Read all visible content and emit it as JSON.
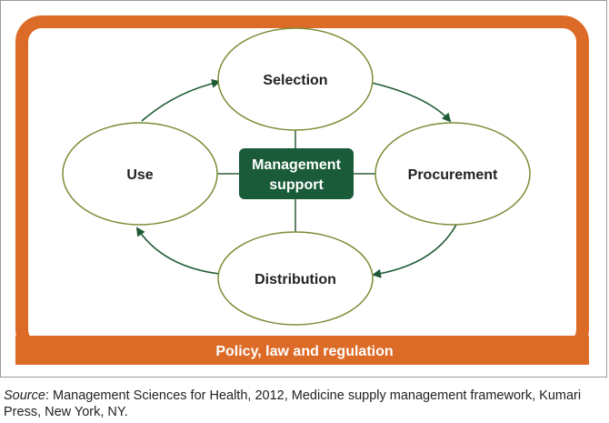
{
  "diagram": {
    "outer_label": "Policy, law and regulation",
    "center": {
      "line1": "Management",
      "line2": "support"
    },
    "nodes": {
      "selection": "Selection",
      "procurement": "Procurement",
      "distribution": "Distribution",
      "use": "Use"
    }
  },
  "caption": {
    "source_label": "Source",
    "text": ": Management Sciences for Health, 2012, Medicine supply management framework, Kumari Press, New York, NY."
  },
  "colors": {
    "orange": "#dd6b28",
    "dark_green": "#1a5c3a",
    "ellipse_stroke": "#7a8c35",
    "connector": "#2e5e3a"
  }
}
